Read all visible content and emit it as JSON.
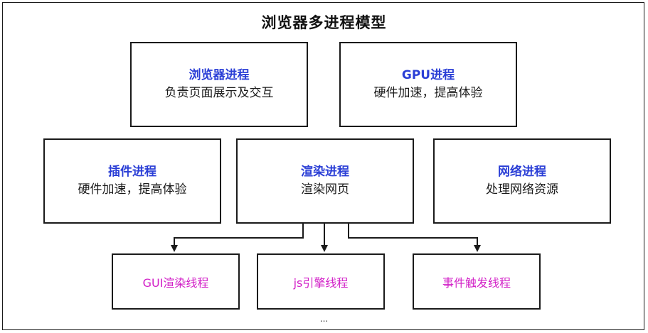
{
  "title": "浏览器多进程模型",
  "processes": {
    "browser": {
      "name": "浏览器进程",
      "desc": "负责页面展示及交互"
    },
    "gpu": {
      "name": "GPU进程",
      "desc": "硬件加速，提高体验"
    },
    "plugin": {
      "name": "插件进程",
      "desc": "硬件加速，提高体验"
    },
    "render": {
      "name": "渲染进程",
      "desc": "渲染网页"
    },
    "network": {
      "name": "网络进程",
      "desc": "处理网络资源"
    }
  },
  "threads": {
    "gui": "GUI渲染线程",
    "js": "js引擎线程",
    "event": "事件触发线程"
  },
  "ellipsis": "...",
  "colors": {
    "process_name": "#2b3fd6",
    "thread_label": "#d21fc7",
    "border": "#1a1a1a"
  }
}
